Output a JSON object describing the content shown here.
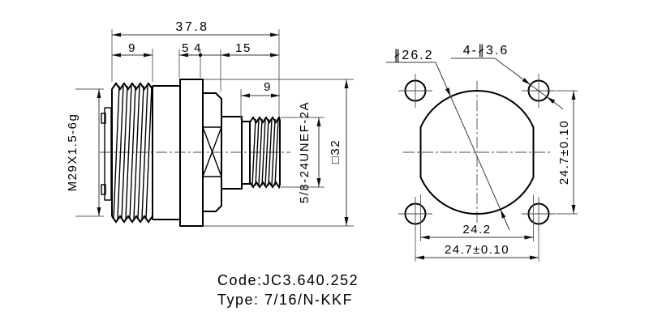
{
  "drawing": {
    "left_view": {
      "overall_length": "37.8",
      "left_segment": "9",
      "segment_5": "5",
      "segment_4": "4",
      "segment_15": "15",
      "right_thread_length": "9",
      "left_thread_spec": "M29X1.5-6g",
      "right_thread_spec": "5/8-24UNEF-2A",
      "square_size": "□32"
    },
    "right_view": {
      "flange_diameter": "∦26.2",
      "mounting_holes": "4-∦3.6",
      "across_flats": "24.2",
      "hole_spacing_horizontal": "24.7±0.10",
      "hole_spacing_vertical": "24.7±0.10"
    },
    "footer": {
      "code_line": "Code:JC3.640.252",
      "type_line": "Type: 7/16/N-KKF"
    },
    "colors": {
      "line": "#000000",
      "dimension": "#3a3a3a",
      "background": "#ffffff"
    }
  }
}
